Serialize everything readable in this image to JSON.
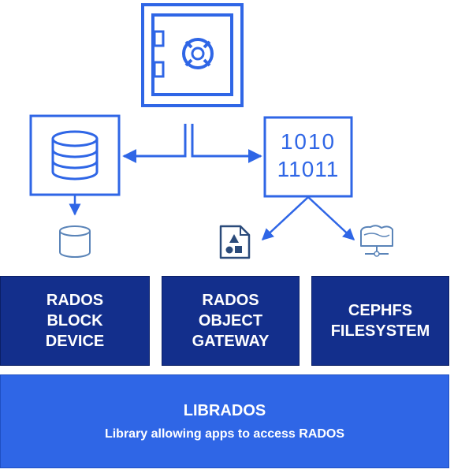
{
  "colors": {
    "icon_blue": "#2f66e6",
    "dark_navy": "#132f8c",
    "librados_blue": "#2f66e6",
    "pale_icon": "#5a84b8"
  },
  "icons": {
    "top": "safe-vault-icon",
    "left_node": "database-stack-icon",
    "right_node": "binary-data-icon",
    "left_small": "disk-cylinder-icon",
    "middle_small": "shapes-document-icon",
    "right_small": "network-cloud-drive-icon"
  },
  "boxes": {
    "block_device": {
      "line1": "RADOS",
      "line2": "BLOCK",
      "line3": "DEVICE"
    },
    "object_gateway": {
      "line1": "RADOS",
      "line2": "OBJECT",
      "line3": "GATEWAY"
    },
    "cephfs": {
      "line1": "CEPHFS",
      "line2": "FILESYSTEM"
    }
  },
  "librados": {
    "title": "LIBRADOS",
    "subtitle": "Library allowing apps to access RADOS"
  },
  "binary_text": {
    "line1": "1010",
    "line2": "11011"
  }
}
